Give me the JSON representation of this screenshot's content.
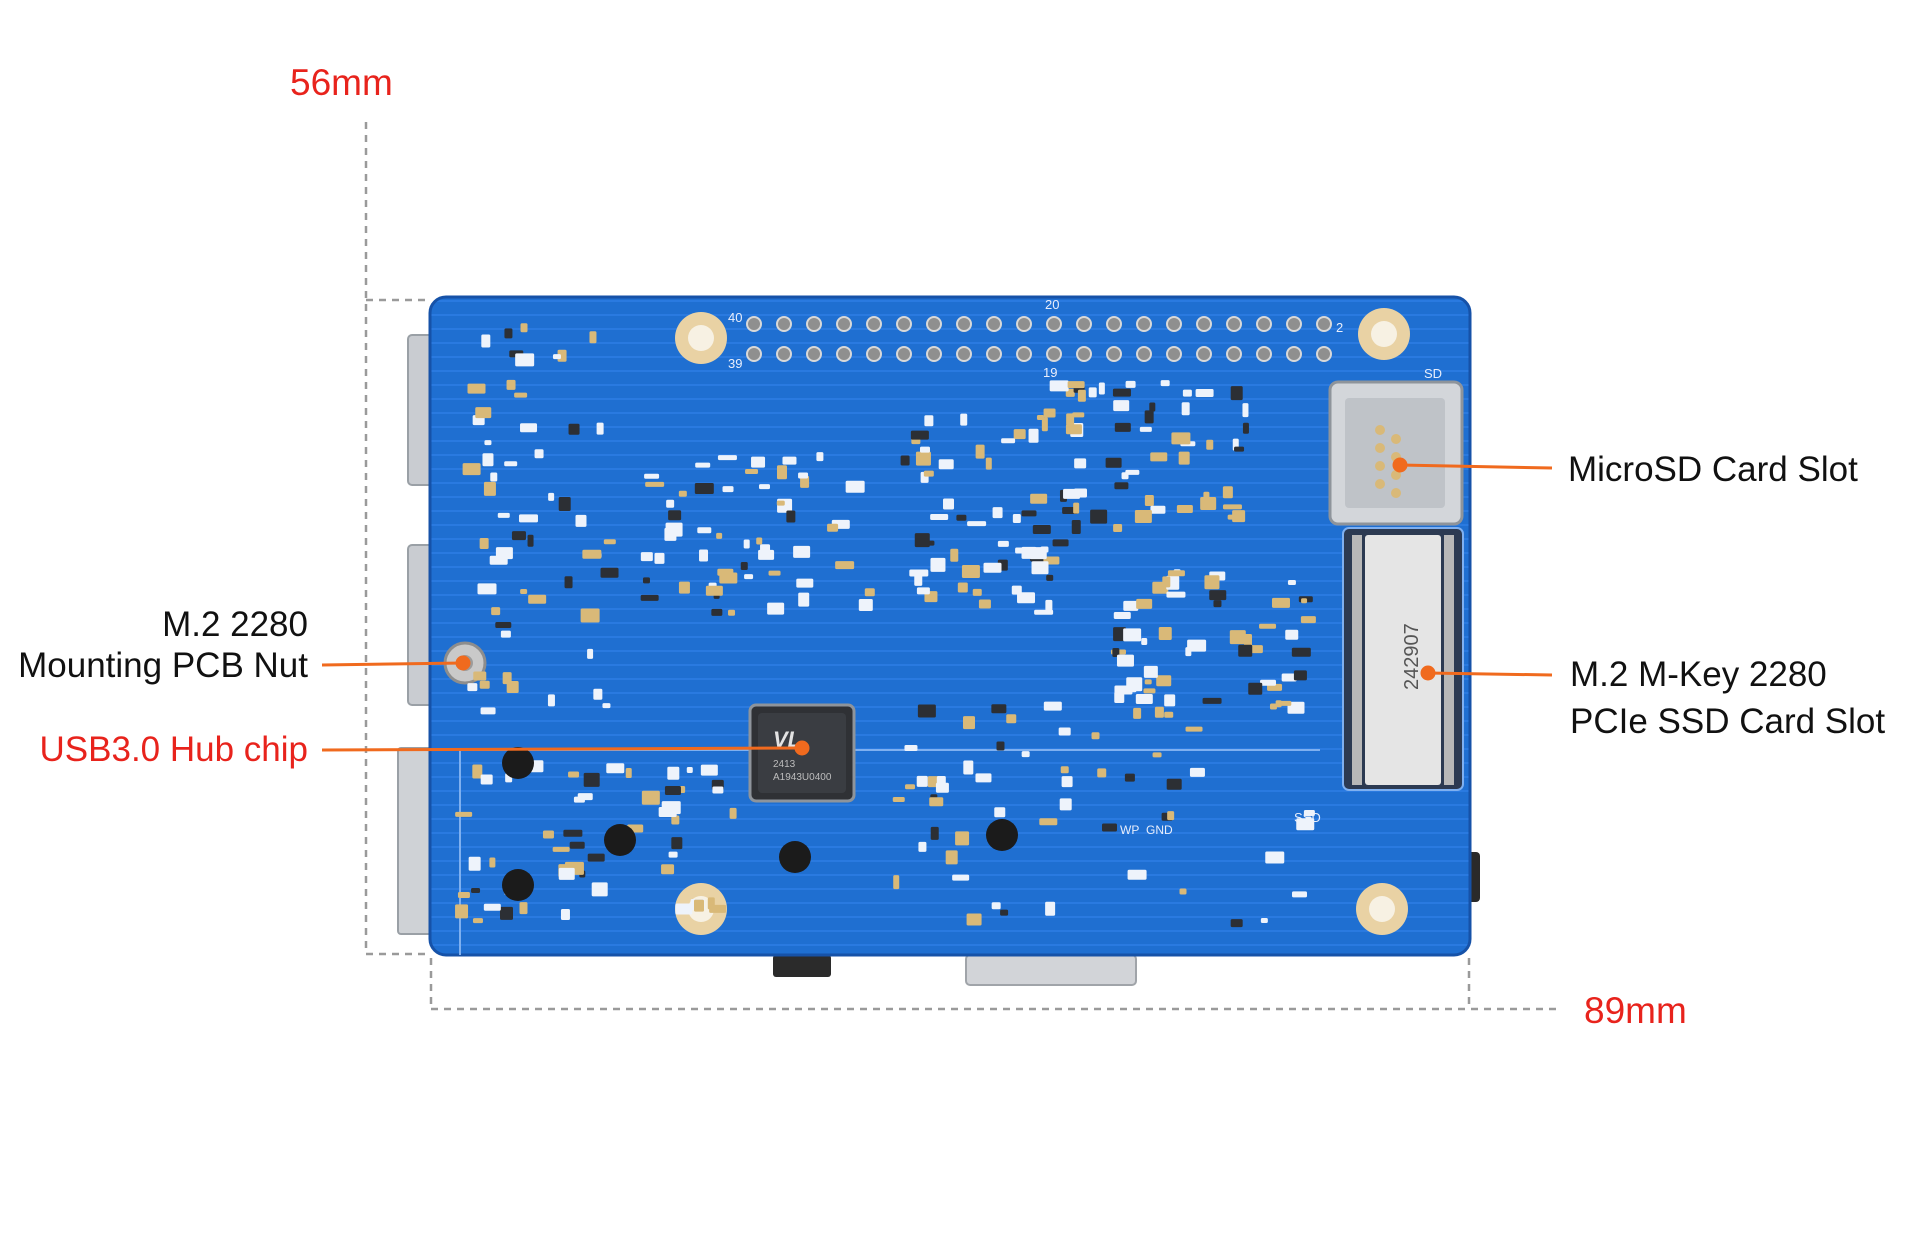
{
  "dimensions": {
    "height_label": "56mm",
    "width_label": "89mm"
  },
  "callouts": {
    "microsd": "MicroSD Card Slot",
    "m2_slot_line1": "M.2 M-Key 2280",
    "m2_slot_line2": "PCIe SSD Card Slot",
    "nut_line1": "M.2 2280",
    "nut_line2": "Mounting PCB Nut",
    "usb_hub": "USB3.0 Hub chip"
  },
  "board_silkscreen": {
    "gpio_top_left": "40",
    "gpio_top_mid": "20",
    "gpio_top_right": "2",
    "gpio_bottom_left": "39",
    "gpio_bottom_mid": "19",
    "sd": "SD",
    "ssd": "SSD",
    "wp": "WP",
    "gnd": "GND",
    "m2_part": "242907",
    "chip_logo": "VL",
    "chip_line1": "2413",
    "chip_line2": "A1943U0400"
  },
  "colors": {
    "pcb_blue": "#1f6fd1",
    "pcb_dark": "#1455ad",
    "leader_orange": "#f06a1e",
    "accent_red": "#e8231c",
    "pad_gold": "#e9d2a4"
  }
}
